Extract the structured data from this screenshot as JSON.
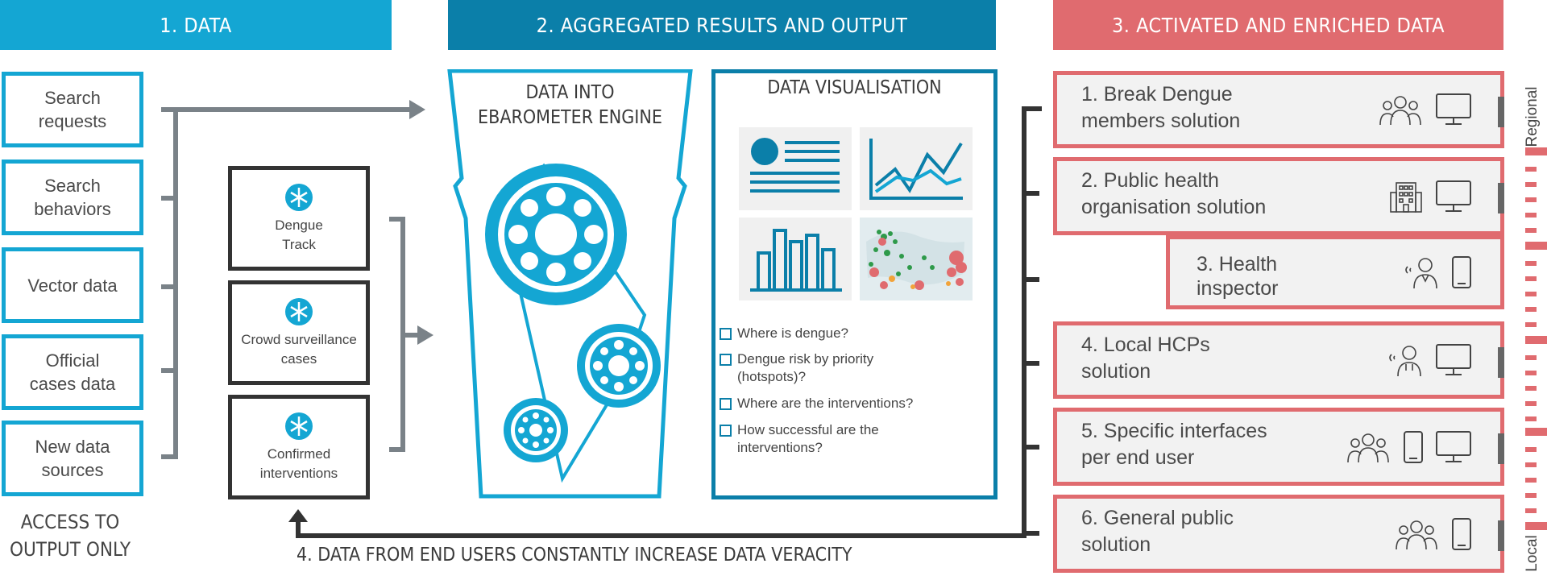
{
  "headers": {
    "data": "1. DATA",
    "aggregated": "2. AGGREGATED RESULTS AND OUTPUT",
    "activated": "3. ACTIVATED AND ENRICHED DATA"
  },
  "sources": [
    "Search\nrequests",
    "Search\nbehaviors",
    "Vector data",
    "Official\ncases data",
    "New data\nsources"
  ],
  "access_note": "ACCESS TO\nOUTPUT ONLY",
  "crowd": [
    {
      "label": "Dengue\nTrack",
      "icon": "asterisk-icon"
    },
    {
      "label": "Crowd surveillance\ncases",
      "icon": "asterisk-icon"
    },
    {
      "label": "Confirmed\ninterventions",
      "icon": "asterisk-icon"
    }
  ],
  "engine_title": "DATA INTO\nEBAROMETER ENGINE",
  "visualisation": {
    "title": "DATA VISUALISATION",
    "questions": [
      "Where is dengue?",
      "Dengue risk by priority\n(hotspots)?",
      "Where are the interventions?",
      "How successful are the\ninterventions?"
    ]
  },
  "outputs": [
    {
      "label": "1. Break Dengue\nmembers solution",
      "icons": [
        "group-icon",
        "monitor-icon"
      ]
    },
    {
      "label": "2. Public health\norganisation solution",
      "icons": [
        "building-icon",
        "monitor-icon"
      ]
    },
    {
      "label": "3. Health\ninspector",
      "icons": [
        "inspector-icon",
        "phone-icon"
      ]
    },
    {
      "label": "4. Local HCPs\nsolution",
      "icons": [
        "doctor-icon",
        "monitor-icon"
      ]
    },
    {
      "label": "5. Specific interfaces\nper end user",
      "icons": [
        "group-icon",
        "phone-icon",
        "monitor-icon"
      ]
    },
    {
      "label": "6. General public\nsolution",
      "icons": [
        "group-icon",
        "phone-icon"
      ]
    }
  ],
  "scale": {
    "top": "Regional",
    "bottom": "Local"
  },
  "feedback": "4. DATA FROM END USERS CONSTANTLY INCREASE DATA VERACITY",
  "colors": {
    "blue": "#14a6d3",
    "dark_blue": "#0b7fa9",
    "red": "#e06b6f",
    "grey": "#7a8288",
    "dark": "#333333"
  }
}
